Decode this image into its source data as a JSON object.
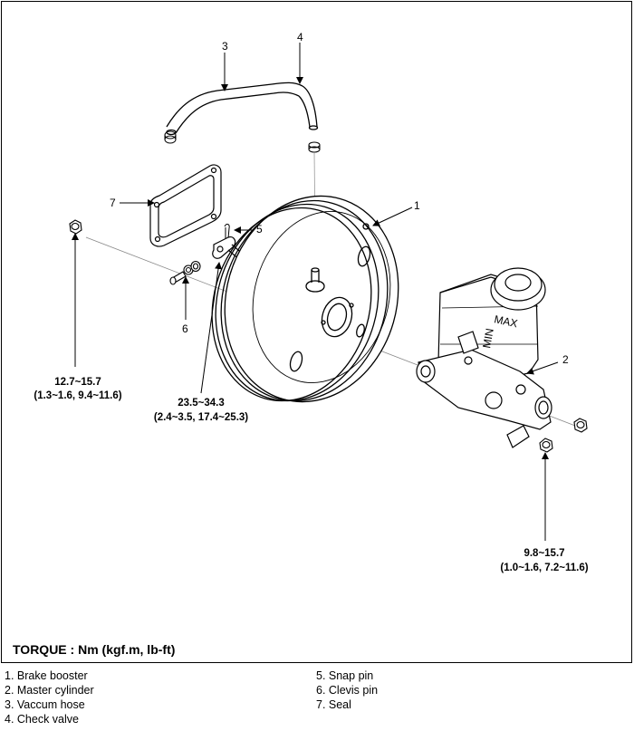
{
  "callouts": {
    "c1": "1",
    "c2": "2",
    "c3": "3",
    "c4": "4",
    "c5": "5",
    "c6": "6",
    "c7": "7"
  },
  "torques": {
    "seal": {
      "line1": "12.7~15.7",
      "line2": "(1.3~1.6, 9.4~11.6)"
    },
    "clevis": {
      "line1": "23.5~34.3",
      "line2": "(2.4~3.5, 17.4~25.3)"
    },
    "master": {
      "line1": "9.8~15.7",
      "line2": "(1.0~1.6, 7.2~11.6)"
    }
  },
  "reservoir_marks": {
    "max": "MAX",
    "min": "MIN"
  },
  "torque_unit_note": "TORQUE : Nm (kgf.m, lb-ft)",
  "legend": {
    "left": [
      "1. Brake booster",
      "2. Master cylinder",
      "3. Vaccum hose",
      "4. Check valve"
    ],
    "right": [
      "5. Snap pin",
      "6. Clevis pin",
      "7. Seal"
    ]
  }
}
